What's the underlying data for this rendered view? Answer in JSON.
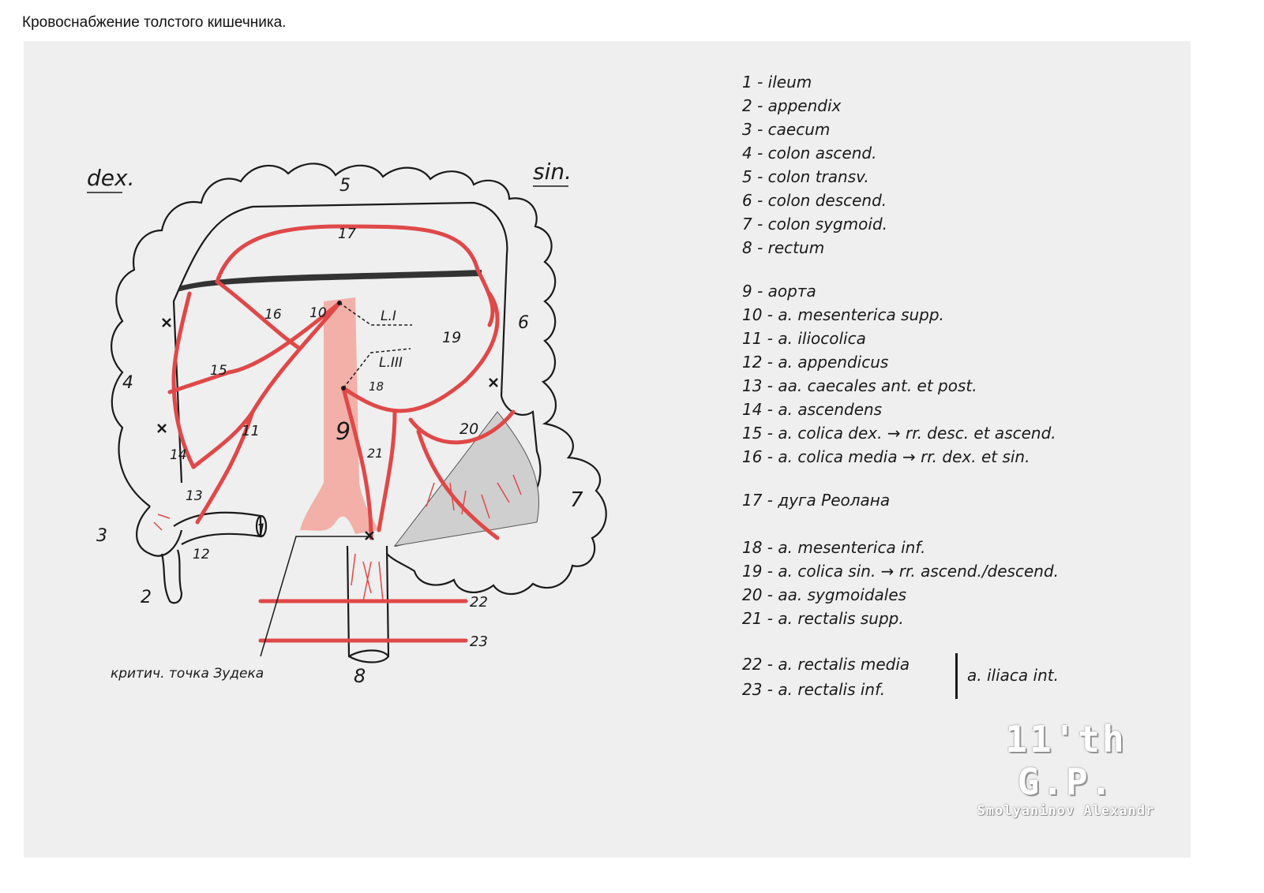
{
  "page": {
    "title": "Кровоснабжение толстого кишечника."
  },
  "diagram": {
    "side_labels": {
      "right_side": "dex.",
      "left_side": "sin."
    },
    "numbers": [
      "1",
      "2",
      "3",
      "4",
      "5",
      "6",
      "7",
      "8",
      "9",
      "10",
      "11",
      "12",
      "13",
      "14",
      "15",
      "16",
      "17",
      "18",
      "19",
      "20",
      "21",
      "22",
      "23"
    ],
    "level_labels": {
      "l1": "L.I",
      "l3": "L.III"
    },
    "sudeck_label": "критич. точка Зудека",
    "colors": {
      "artery": "#e04848",
      "aorta": "#f2b0a8",
      "ink": "#1a1a1a",
      "paper": "#efefef"
    }
  },
  "legend": {
    "items": [
      "1 - ileum",
      "2 - appendix",
      "3 - caecum",
      "4 - colon ascend.",
      "5 - colon transv.",
      "6 - colon descend.",
      "7 - colon sygmoid.",
      "8 - rectum",
      "9 - аорта",
      "10 - a. mesenterica supp.",
      "11 - a. iliocolica",
      "12 - a. appendicus",
      "13 - aa. caecales ant. et post.",
      "14 - a. ascendens",
      "15 - a. colica dex. → rr. desc. et ascend.",
      "16 - a. colica media → rr. dex. et sin.",
      "17 - дуга Реолана",
      "18 - a. mesenterica inf.",
      "19 - a. colica sin. → rr. ascend./descend.",
      "20 - aa. sygmoidales",
      "21 - a. rectalis supp.",
      "22 - a. rectalis media",
      "23 - a. rectalis inf."
    ],
    "bracket_label": "a. iliaca int."
  },
  "signature": {
    "line1": "11'th G.P.",
    "line2": "Smolyaninov Alexandr"
  }
}
